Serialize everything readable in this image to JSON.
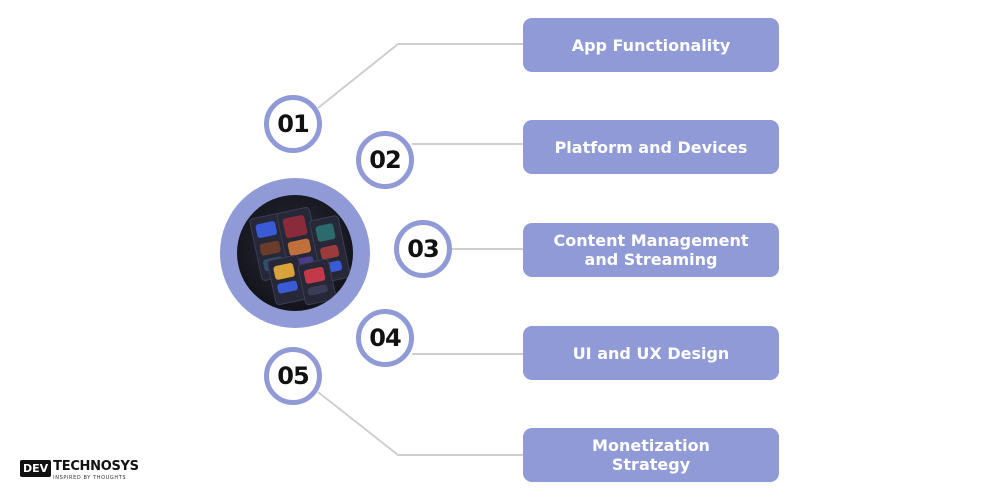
{
  "colors": {
    "accent": "#8f9ad6",
    "connector": "#cfcfcf",
    "badge_fill": "#ffffff",
    "number_text": "#111111",
    "label_text": "#ffffff"
  },
  "hub": {
    "image": "dark-app-screens-illustration"
  },
  "items": [
    {
      "number": "01",
      "label": "App Functionality"
    },
    {
      "number": "02",
      "label": "Platform and Devices"
    },
    {
      "number": "03",
      "label": "Content Management and Streaming"
    },
    {
      "number": "04",
      "label": "UI and UX Design"
    },
    {
      "number": "05",
      "label": "Monetization Strategy"
    }
  ],
  "logo": {
    "mark": "DEV",
    "name": "TECHNOSYS",
    "tagline": "INSPIRED BY THOUGHTS"
  }
}
